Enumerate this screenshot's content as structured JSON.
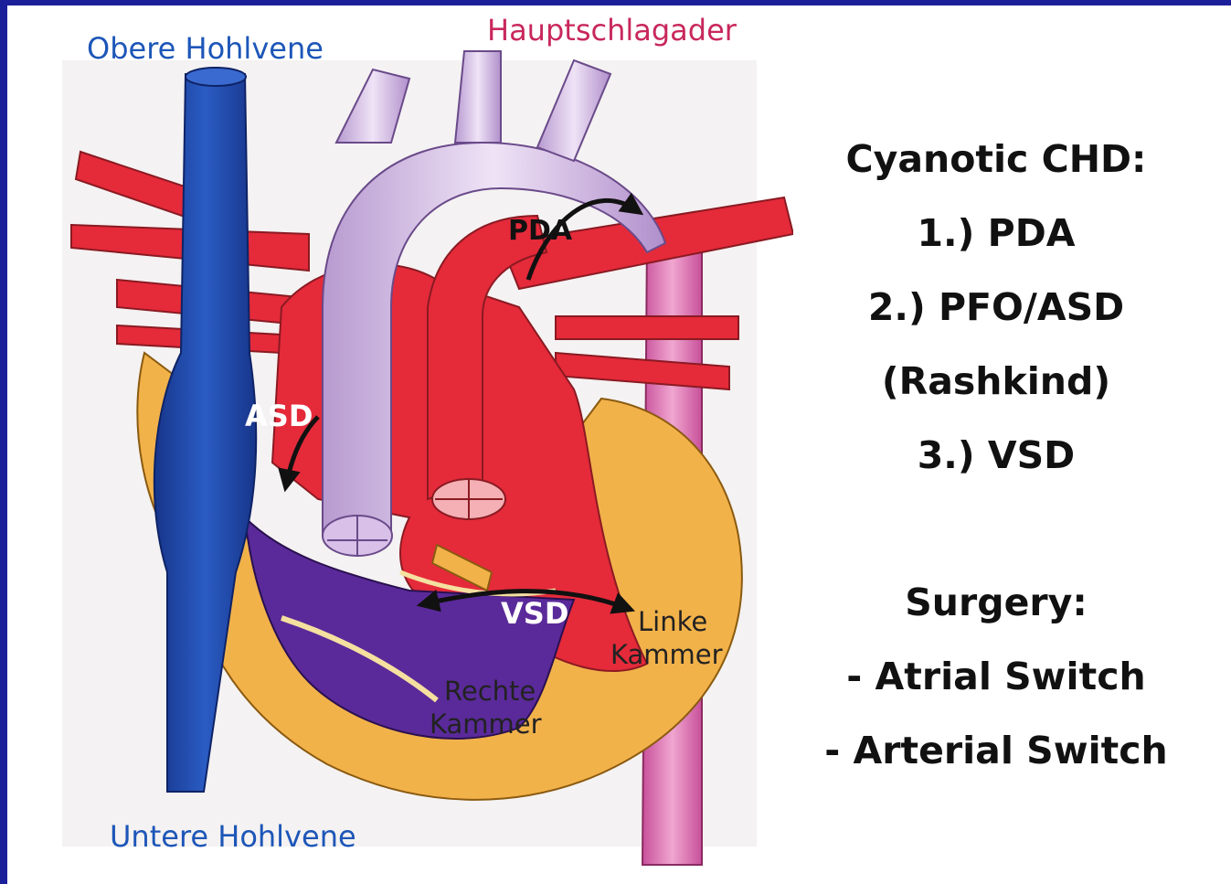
{
  "diagram": {
    "labels": {
      "svc": "Obere Hohlvene",
      "aorta": "Hauptschlagader",
      "ivc": "Untere Hohlvene",
      "pda": "PDA",
      "asd": "ASD",
      "vsd": "VSD",
      "lv_line1": "Linke",
      "lv_line2": "Kammer",
      "rv_line1": "Rechte",
      "rv_line2": "Kammer"
    },
    "colors": {
      "background": "#1c1f9a",
      "vein": "#1f47a8",
      "artery_red": "#e52a3a",
      "aorta_purple": "#c8a8d8",
      "ventricle_purple": "#5a2a9a",
      "myocardium": "#f2b24a",
      "label_blue": "#1d56b8",
      "label_magenta": "#c8285c"
    }
  },
  "notes": {
    "heading": "Cyanotic CHD:",
    "item1": "1.) PDA",
    "item2": "2.) PFO/ASD",
    "item2_sub": "(Rashkind)",
    "item3": "3.) VSD",
    "surgery_heading": "Surgery:",
    "surgery1": "- Atrial Switch",
    "surgery2": "- Arterial Switch"
  }
}
